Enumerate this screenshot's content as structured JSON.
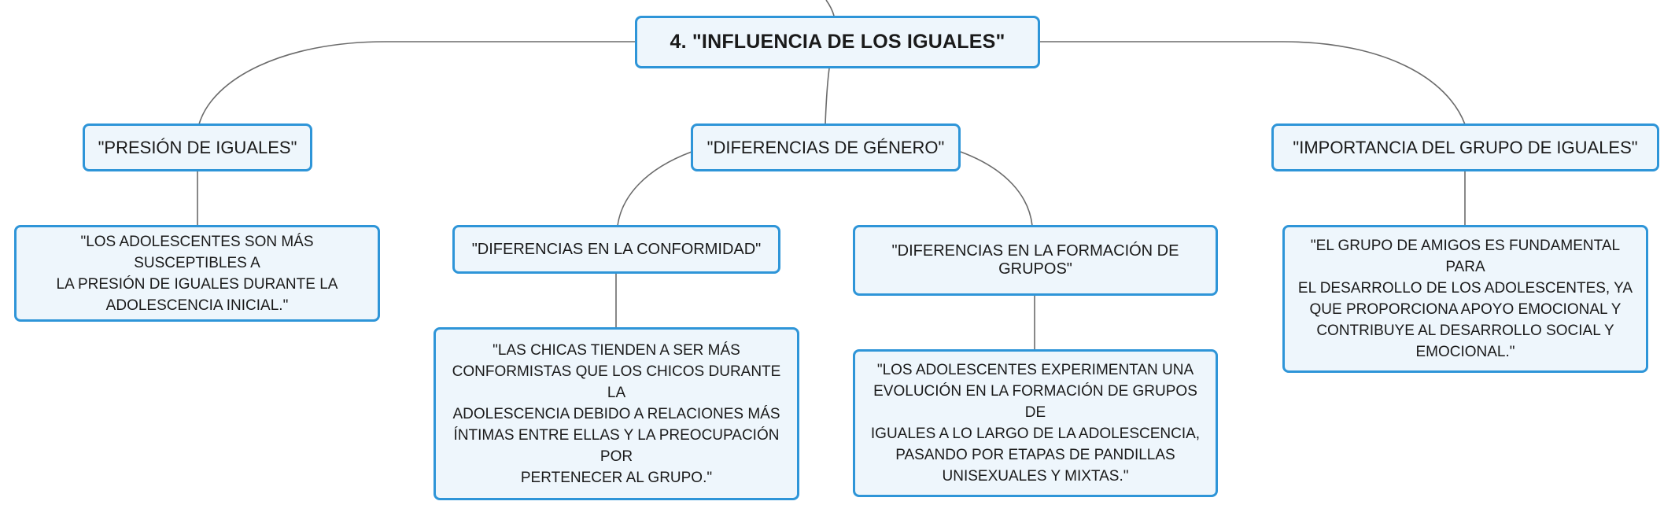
{
  "diagram": {
    "root": {
      "label": "4. \"INFLUENCIA DE LOS IGUALES\""
    },
    "branches": [
      {
        "label": "\"PRESIÓN DE IGUALES\"",
        "detail": "\"LOS ADOLESCENTES SON MÁS SUSCEPTIBLES A\nLA PRESIÓN DE IGUALES DURANTE LA\nADOLESCENCIA INICIAL.\""
      },
      {
        "label": "\"DIFERENCIAS DE GÉNERO\"",
        "children": [
          {
            "label": "\"DIFERENCIAS EN LA CONFORMIDAD\"",
            "detail": "\"LAS CHICAS TIENDEN A SER MÁS\nCONFORMISTAS QUE LOS CHICOS DURANTE LA\nADOLESCENCIA DEBIDO A RELACIONES MÁS\nÍNTIMAS ENTRE ELLAS Y LA PREOCUPACIÓN POR\nPERTENECER AL GRUPO.\""
          },
          {
            "label": "\"DIFERENCIAS EN LA FORMACIÓN DE GRUPOS\"",
            "detail": "\"LOS ADOLESCENTES EXPERIMENTAN UNA\nEVOLUCIÓN EN LA FORMACIÓN DE GRUPOS DE\nIGUALES A LO LARGO DE LA ADOLESCENCIA,\nPASANDO POR ETAPAS DE PANDILLAS\nUNISEXUALES Y MIXTAS.\""
          }
        ]
      },
      {
        "label": "\"IMPORTANCIA DEL GRUPO DE IGUALES\"",
        "detail": "\"EL GRUPO DE AMIGOS ES FUNDAMENTAL PARA\nEL DESARROLLO DE LOS ADOLESCENTES, YA\nQUE PROPORCIONA APOYO EMOCIONAL Y\nCONTRIBUYE AL DESARROLLO SOCIAL Y\nEMOCIONAL.\""
      }
    ],
    "colors": {
      "node_border": "#2e95d8",
      "node_fill": "#eef6fc",
      "connector": "#6b6b6b",
      "text": "#1a1a1a"
    }
  }
}
